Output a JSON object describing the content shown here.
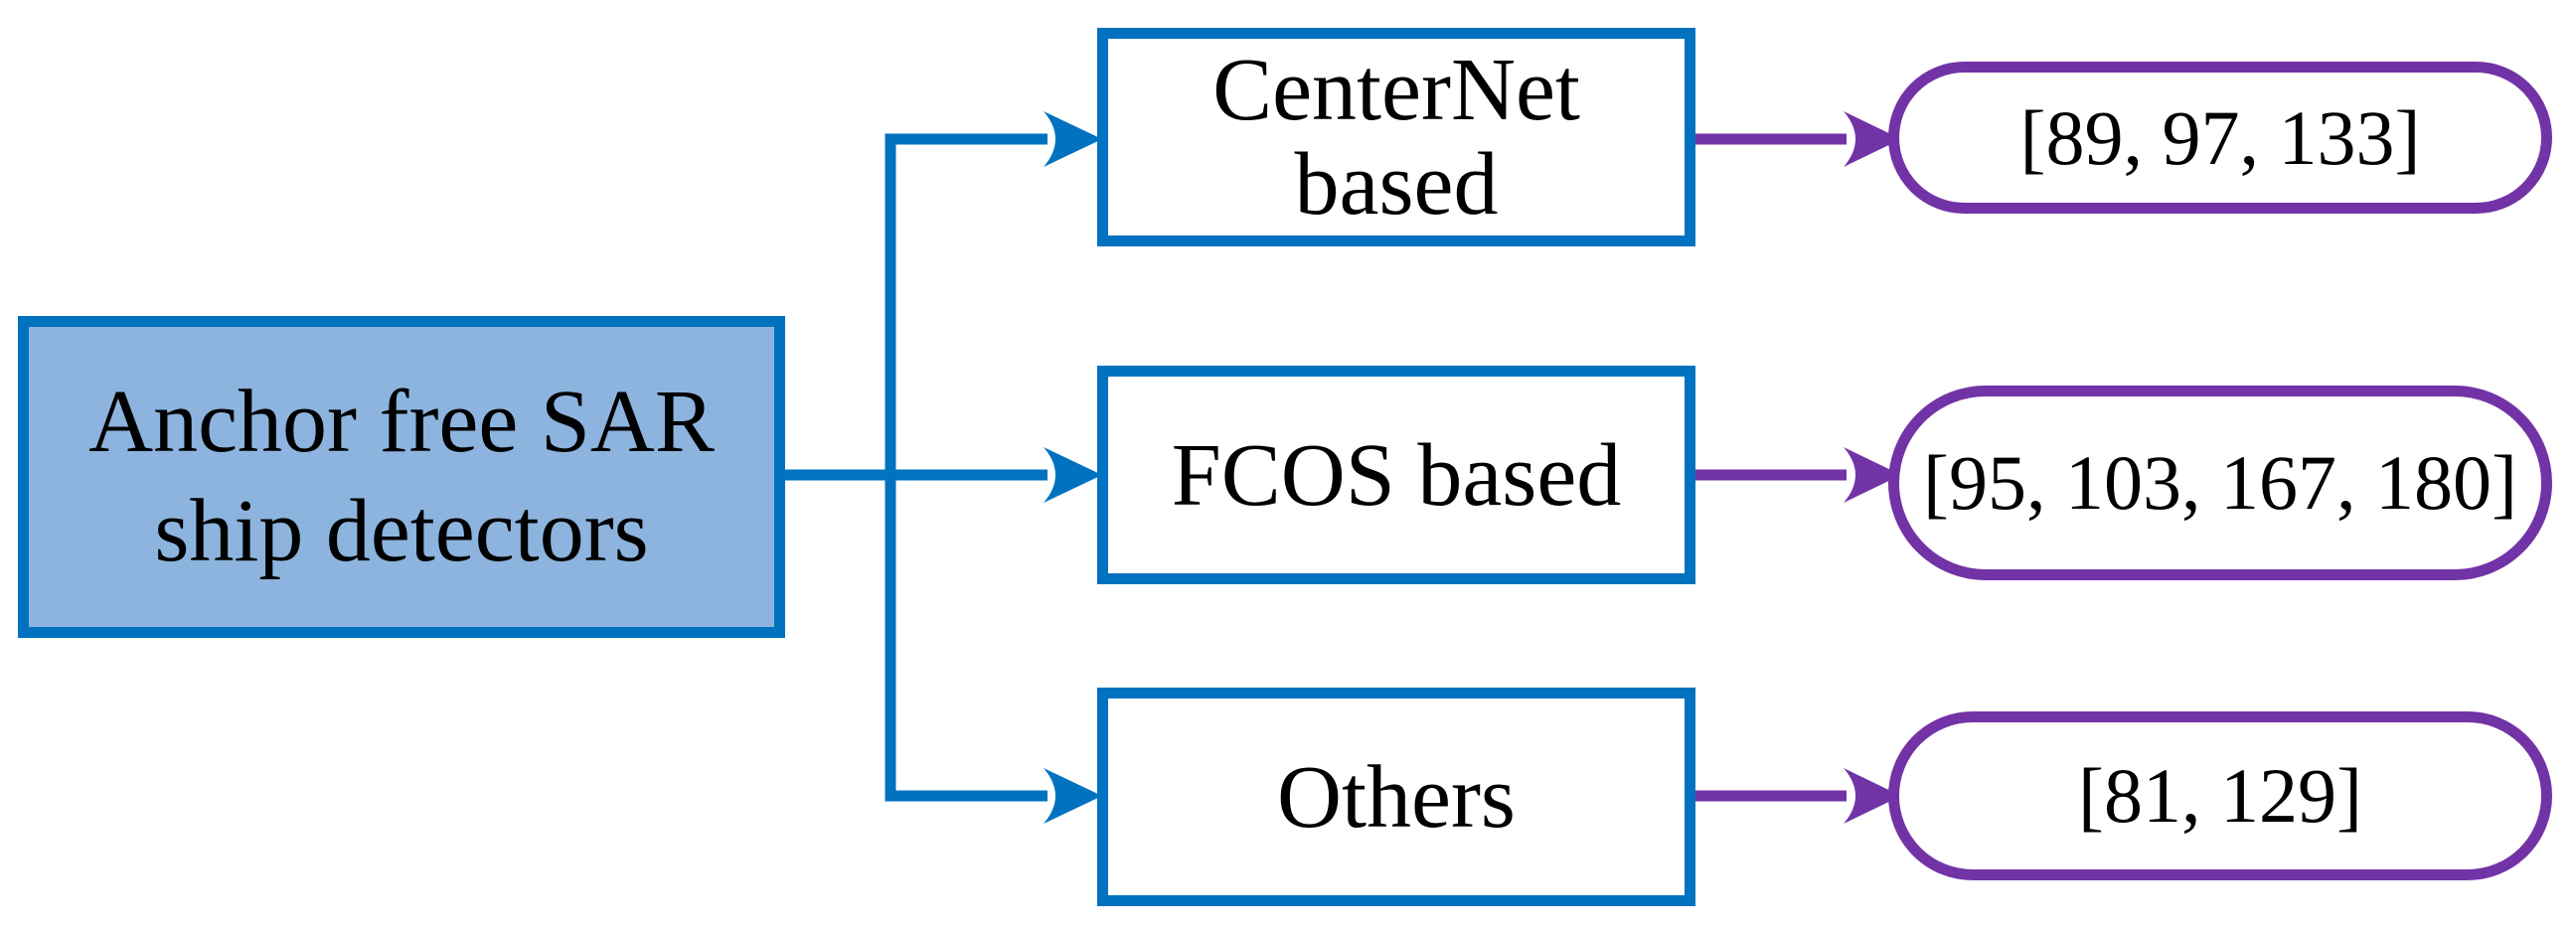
{
  "figure": {
    "background": "#ffffff",
    "text_color": "#000000",
    "root": {
      "label": "Anchor free SAR ship detectors",
      "label_line1": "Anchor free SAR",
      "label_line2": "ship detectors",
      "fill_color": "#8cb4de",
      "border_color": "#0072c0"
    },
    "tree_connector_color": "#0072c0",
    "refs_connector_color": "#7233a6",
    "branches": [
      {
        "id": "centernet",
        "label": "CenterNet based",
        "label_line1": "CenterNet",
        "label_line2": "based",
        "refs": "[89, 97, 133]"
      },
      {
        "id": "fcos",
        "label": "FCOS based",
        "label_line1": "FCOS based",
        "refs": "[95, 103, 167, 180]"
      },
      {
        "id": "others",
        "label": "Others",
        "label_line1": "Others",
        "refs": "[81, 129]"
      }
    ]
  }
}
